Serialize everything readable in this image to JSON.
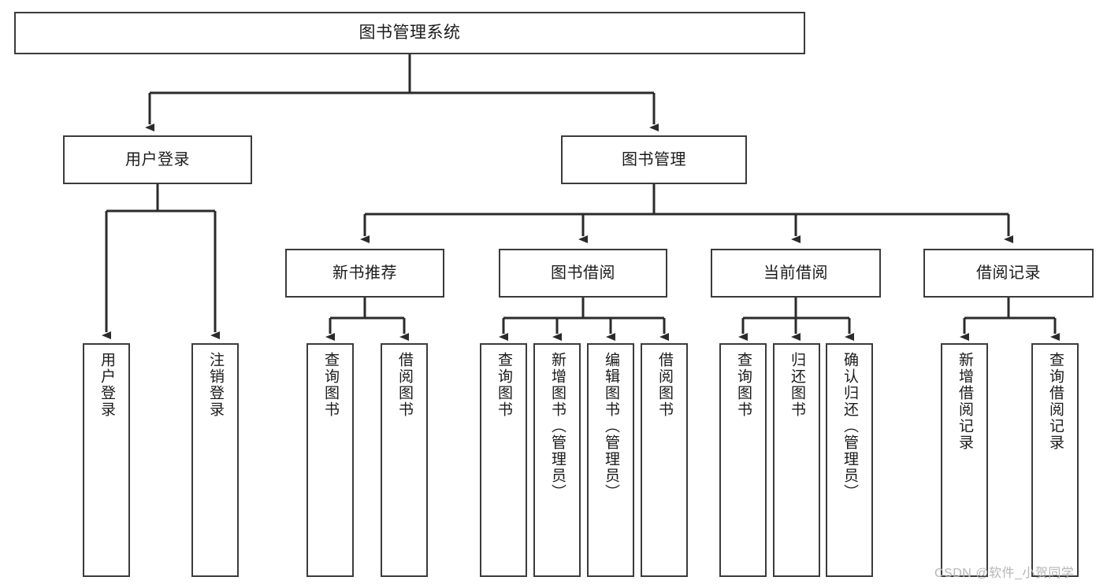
{
  "diagram": {
    "type": "tree-hierarchy",
    "title": "图书管理系统",
    "orientation": "top-down",
    "colors": {
      "box_border": "#3b3b3b",
      "box_fill": "#ffffff",
      "connector": "#2b2b2b",
      "text": "#1b1b1b",
      "watermark": "#b6b6b6",
      "background": "#ffffff"
    },
    "root": {
      "label": "图书管理系统"
    },
    "branches": [
      {
        "id": "user-login",
        "label": "用户登录",
        "children": [
          {
            "id": "user-login-do",
            "label": "用户登录"
          },
          {
            "id": "user-logout",
            "label": "注销登录"
          }
        ]
      },
      {
        "id": "book-management",
        "label": "图书管理",
        "children": [
          {
            "id": "new-book-recommend",
            "label": "新书推荐",
            "children": [
              {
                "id": "nbr-query",
                "label": "查询图书"
              },
              {
                "id": "nbr-borrow",
                "label": "借阅图书"
              }
            ]
          },
          {
            "id": "book-borrow",
            "label": "图书借阅",
            "children": [
              {
                "id": "bb-query",
                "label": "查询图书"
              },
              {
                "id": "bb-add",
                "label": "新增图书（管理员）"
              },
              {
                "id": "bb-edit",
                "label": "编辑图书（管理员）"
              },
              {
                "id": "bb-borrow",
                "label": "借阅图书"
              }
            ]
          },
          {
            "id": "current-borrow",
            "label": "当前借阅",
            "children": [
              {
                "id": "cb-query",
                "label": "查询图书"
              },
              {
                "id": "cb-return",
                "label": "归还图书"
              },
              {
                "id": "cb-confirm",
                "label": "确认归还（管理员）"
              }
            ]
          },
          {
            "id": "borrow-record",
            "label": "借阅记录",
            "children": [
              {
                "id": "br-add",
                "label": "新增借阅记录"
              },
              {
                "id": "br-query",
                "label": "查询借阅记录"
              }
            ]
          }
        ]
      }
    ],
    "watermark": "CSDN @软件_小贺同学"
  }
}
